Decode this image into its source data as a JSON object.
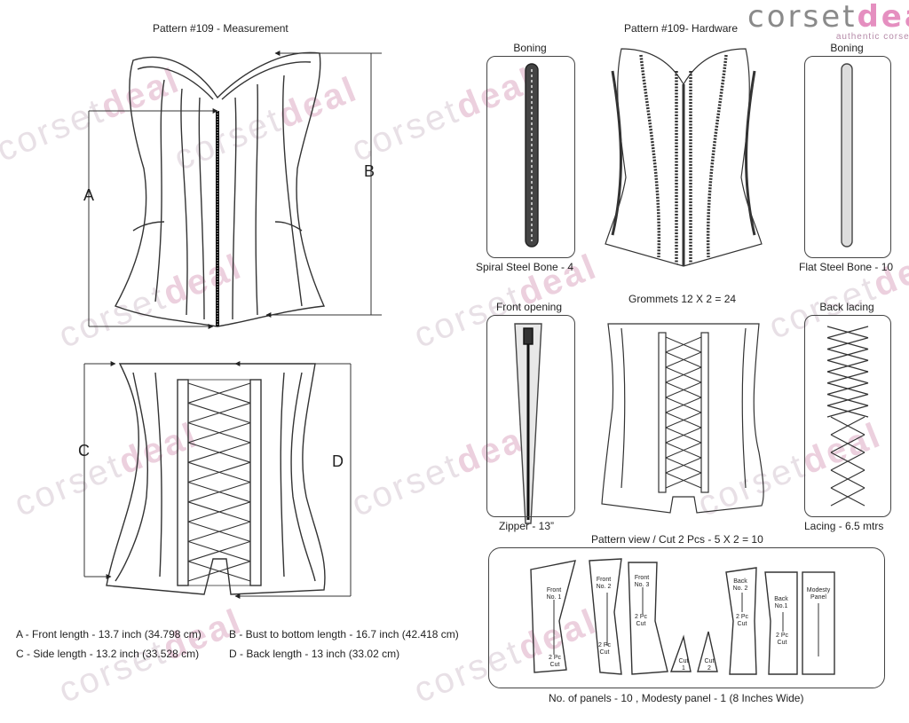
{
  "brand": {
    "name_part1": "corset",
    "name_part2": "deal",
    "tagline": "authentic corset store"
  },
  "measurement": {
    "title": "Pattern #109 -  Measurement",
    "letters": [
      "A",
      "B",
      "C",
      "D"
    ],
    "notes": [
      "A - Front length - 13.7 inch (34.798 cm)",
      "B - Bust to bottom length - 16.7 inch (42.418 cm)",
      "C - Side length - 13.2 inch (33.528 cm)",
      "D - Back length - 13 inch (33.02 cm)"
    ]
  },
  "hardware": {
    "title": "Pattern #109-  Hardware",
    "boning_left": "Boning",
    "boning_right": "Boning",
    "spiral": "Spiral Steel Bone - 4",
    "flat": "Flat Steel Bone - 10",
    "front_opening": "Front opening",
    "zipper": "Zipper - 13”",
    "grommets": "Grommets 12 X 2 = 24",
    "back_lacing": "Back lacing",
    "lacing": "Lacing - 6.5 mtrs"
  },
  "pattern_view": {
    "title": "Pattern view  /  Cut 2 Pcs - 5 X 2 = 10",
    "pieces": [
      {
        "name": "Front\nNo. 1",
        "cut": "2 Pc\nCut"
      },
      {
        "name": "Front\nNo. 2",
        "cut": "2 Pc\nCut"
      },
      {
        "name": "Front\nNo. 3",
        "cut": "2 Pc\nCut"
      },
      {
        "name": "Cut\n1",
        "cut": ""
      },
      {
        "name": "Cut\n2",
        "cut": ""
      },
      {
        "name": "Back\nNo. 2",
        "cut": "2 Pc\nCut"
      },
      {
        "name": "Back\nNo.1",
        "cut": "2 Pc\nCut"
      },
      {
        "name": "Modesty\nPanel",
        "cut": ""
      }
    ],
    "footer": "No. of panels - 10  , Modesty panel - 1 (8 Inches Wide)"
  }
}
